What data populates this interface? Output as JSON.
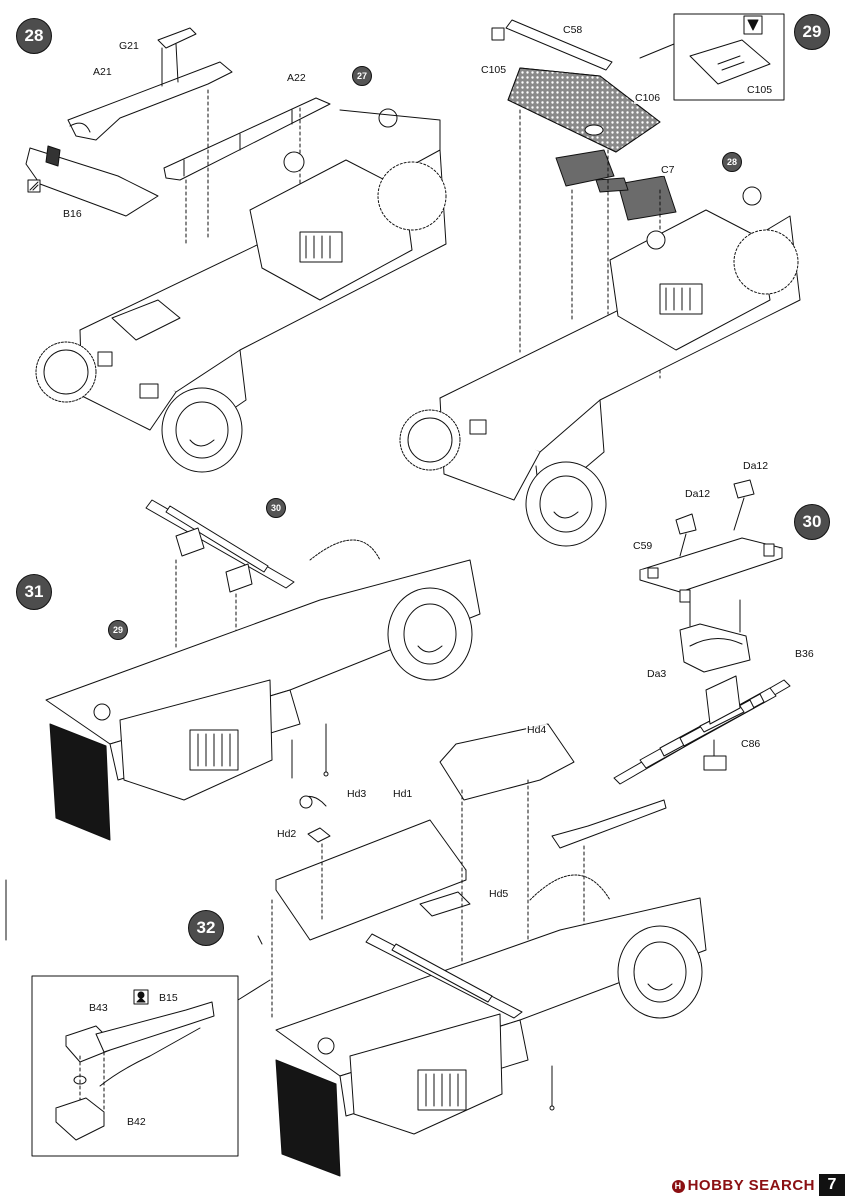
{
  "steps": {
    "s28": "28",
    "s29": "29",
    "s30": "30",
    "s31": "31",
    "s32": "32"
  },
  "refs": {
    "r27": "27",
    "r28": "28",
    "r30": "30",
    "r29": "29"
  },
  "labels": {
    "G21": "G21",
    "A21": "A21",
    "A22": "A22",
    "B16": "B16",
    "C58": "C58",
    "C105a": "C105",
    "C105b": "C105",
    "C106": "C106",
    "C7": "C7",
    "Da12a": "Da12",
    "Da12b": "Da12",
    "C59": "C59",
    "Da3": "Da3",
    "B36": "B36",
    "C86": "C86",
    "Hd4": "Hd4",
    "Hd3": "Hd3",
    "Hd1": "Hd1",
    "Hd2": "Hd2",
    "Hd5": "Hd5",
    "B43": "B43",
    "B15": "B15",
    "B42": "B42"
  },
  "page_number": "7",
  "watermark": "HOBBY SEARCH",
  "colors": {
    "step_circle": "#4d4d4d",
    "line": "#111111",
    "radiator": "#151515",
    "watermark": "#8b0f12"
  }
}
